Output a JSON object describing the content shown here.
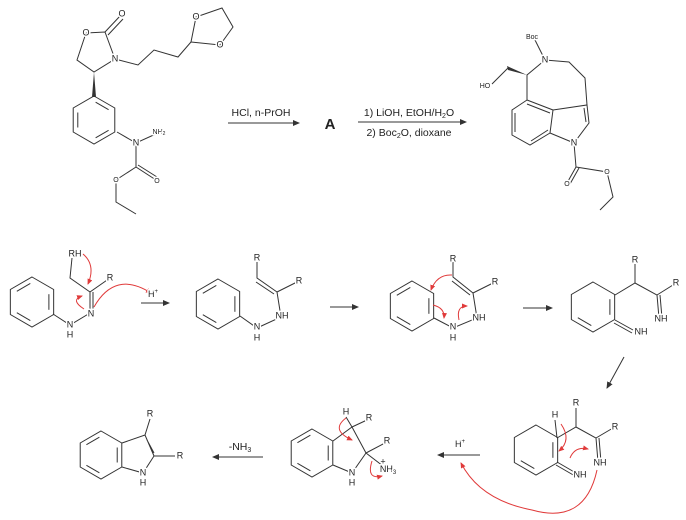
{
  "colors": {
    "bond": "#333333",
    "mechanism_arrow": "#e03a3a"
  },
  "scheme": {
    "step1_reagent": "HCl, n-PrOH",
    "intermediate_label": "A",
    "step2_reagent_line1_pre": "1) LiOH, EtOH/H",
    "step2_reagent_line1_sub": "2",
    "step2_reagent_line1_post": "O",
    "step2_reagent_line2_pre": "2) Boc",
    "step2_reagent_line2_sub": "2",
    "step2_reagent_line2_post": "O, dioxane"
  },
  "mechanism": {
    "protonation_label": "H",
    "plus": "+",
    "elimination_label": "-NH",
    "elimination_sub": "3"
  },
  "atoms": {
    "O": "O",
    "N": "N",
    "NH": "NH",
    "H": "H",
    "R": "R",
    "RH": "RH",
    "NH2": "NH",
    "sub2": "2",
    "NH3": "NH",
    "sub3": "3",
    "HO": "HO",
    "Boc": "Boc"
  }
}
